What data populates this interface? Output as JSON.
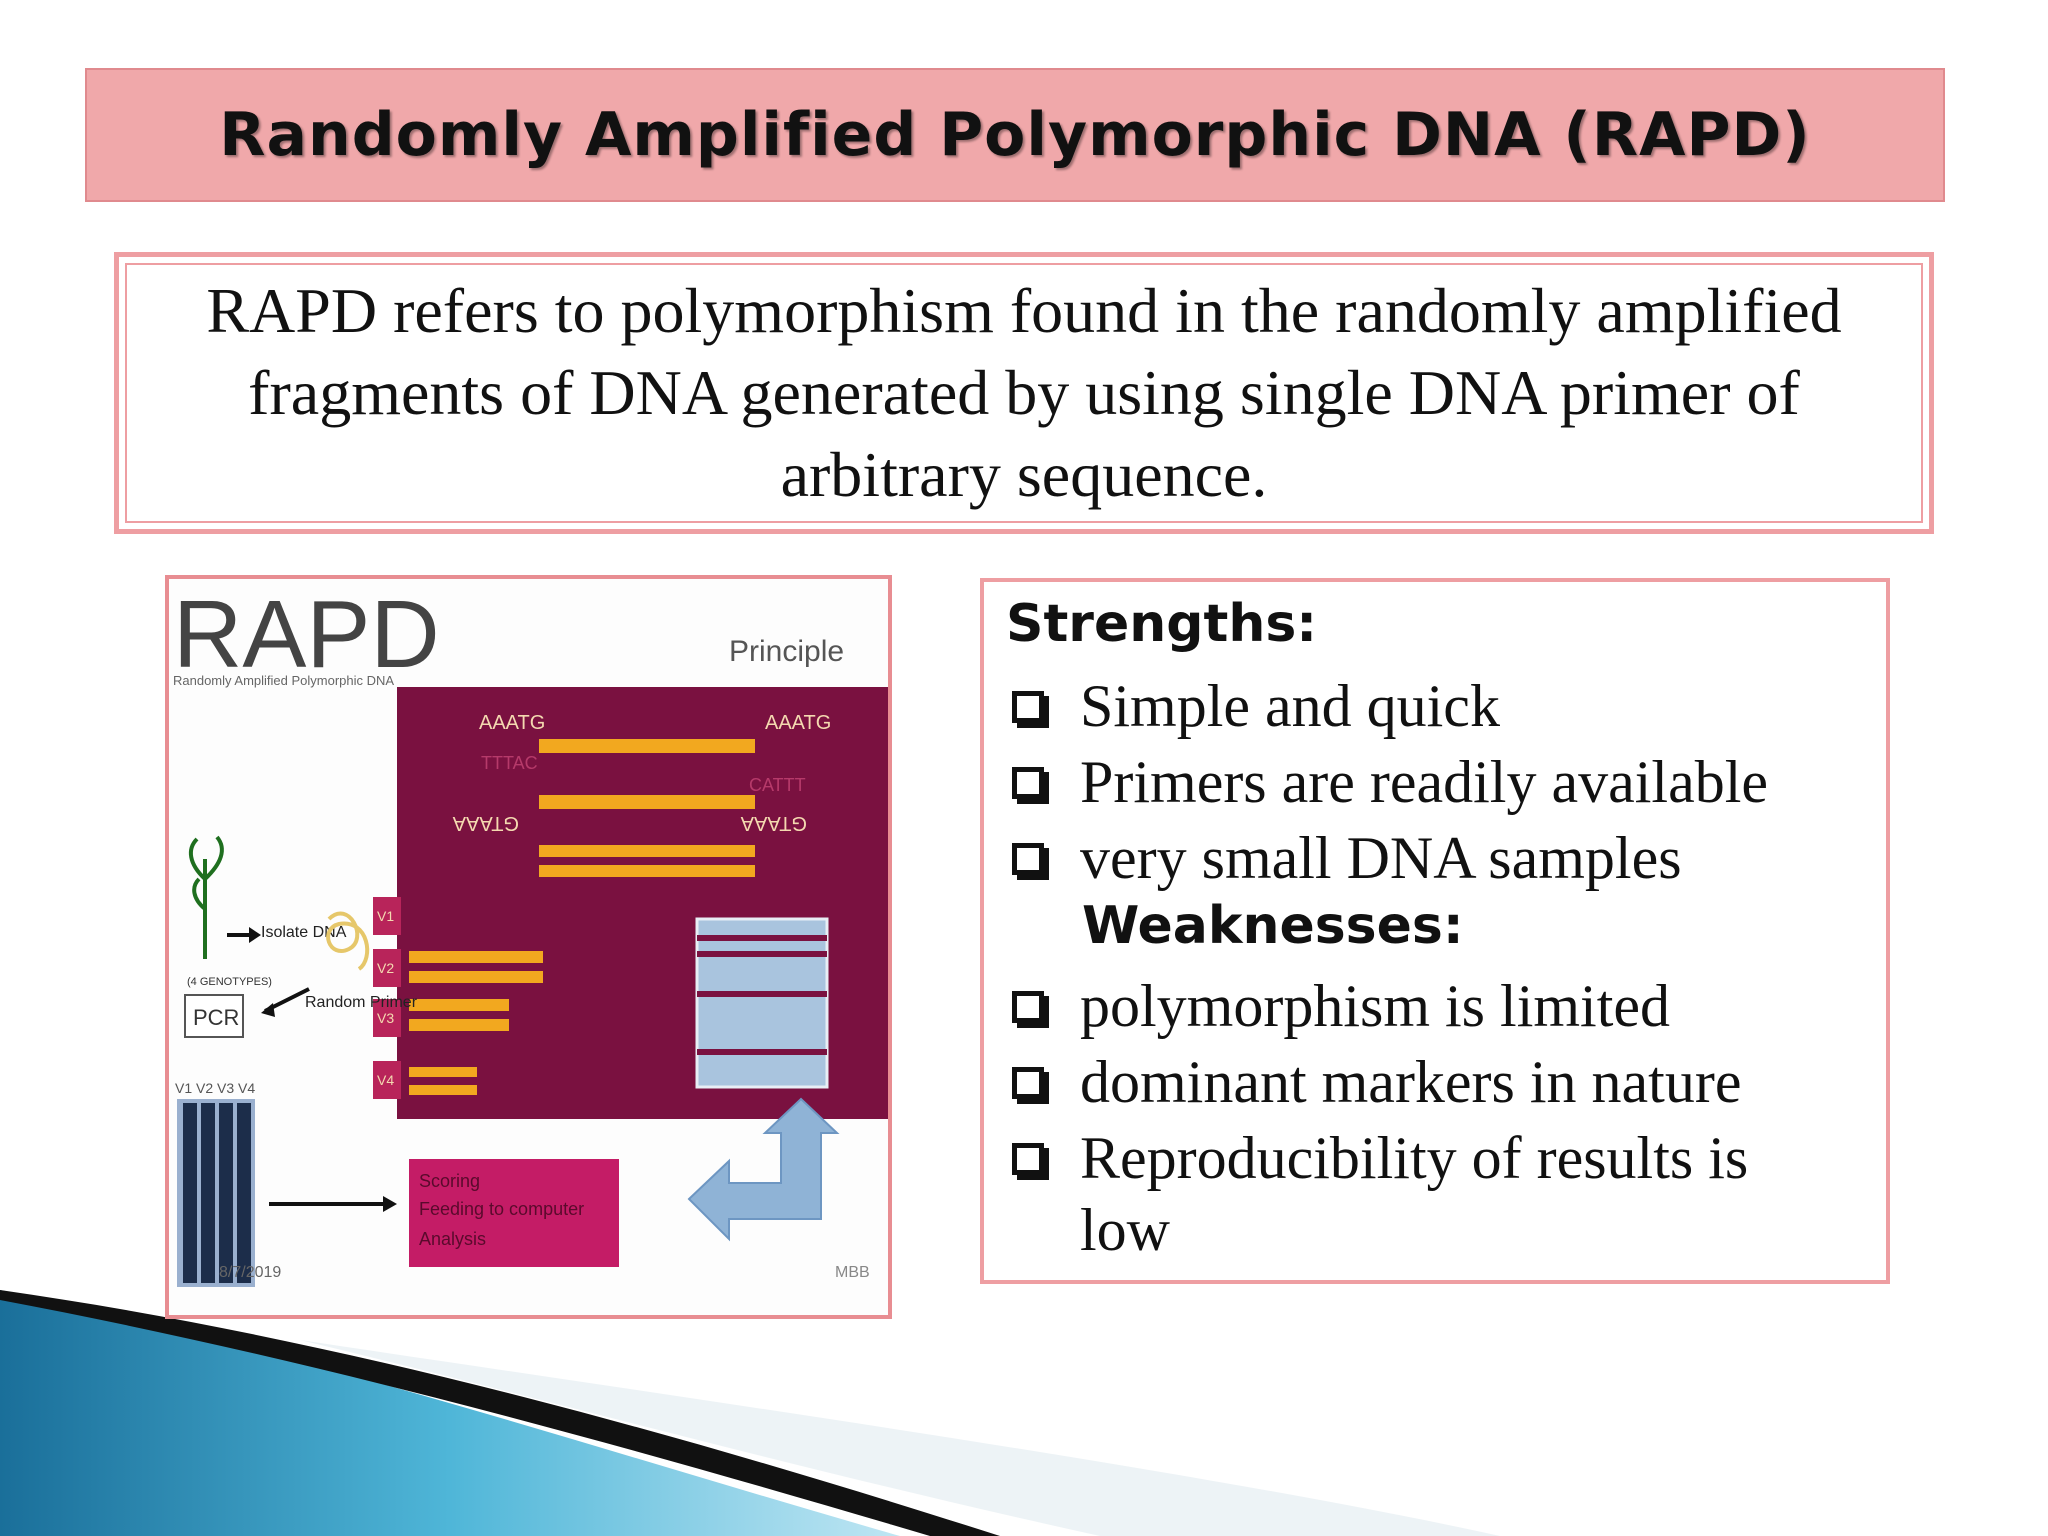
{
  "title": "Randomly Amplified Polymorphic DNA (RAPD)",
  "definition": "RAPD refers to polymorphism found in the randomly amplified fragments of DNA generated by using single DNA primer of arbitrary sequence.",
  "figure": {
    "logo": "RAPD",
    "logo_sub": "Randomly Amplified Polymorphic DNA",
    "principle": "Principle",
    "seq_top_left": "AAATG",
    "seq_top_right": "AAATG",
    "seq_mid_left": "TTTAC",
    "seq_mid_right": "CATTT",
    "seq_low_left": "GTAAA",
    "seq_low_right": "GTAAA",
    "isolate_dna": "Isolate DNA",
    "genotypes": "(4 GENOTYPES)",
    "pcr": "PCR",
    "random_primer": "Random Primer",
    "lane_labels": [
      "V1",
      "V2",
      "V3",
      "V4"
    ],
    "scoring_box": [
      "Scoring",
      "Feeding to computer",
      "Analysis"
    ],
    "date": "8/7/2019",
    "mbb": "MBB"
  },
  "strengths": {
    "heading": "Strengths:",
    "items": [
      "Simple and quick",
      "Primers are readily available",
      "very small DNA samples"
    ]
  },
  "weaknesses": {
    "heading": "Weaknesses:",
    "items": [
      "polymorphism is limited",
      "dominant markers in nature",
      "Reproducibility of results is"
    ],
    "continuation": "low"
  }
}
